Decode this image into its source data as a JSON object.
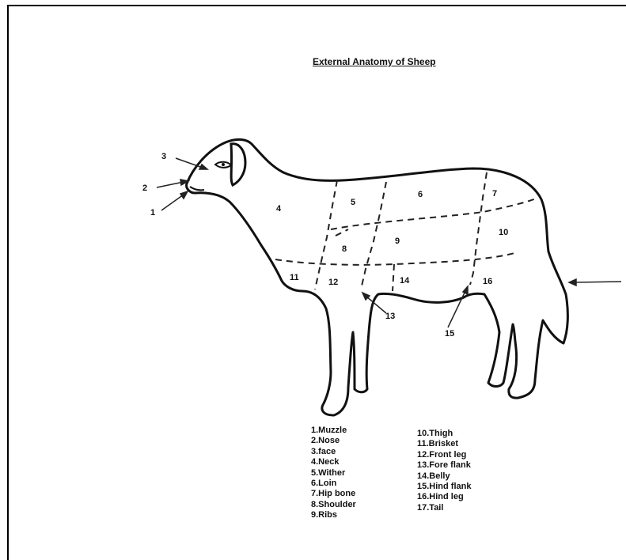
{
  "title": "External Anatomy of Sheep",
  "labels": {
    "n1": "1",
    "n2": "2",
    "n3": "3",
    "n4": "4",
    "n5": "5",
    "n6": "6",
    "n7": "7",
    "n8": "8",
    "n9": "9",
    "n10": "10",
    "n11": "11",
    "n12": "12",
    "n13": "13",
    "n14": "14",
    "n15": "15",
    "n16": "16"
  },
  "legend_left": [
    "1.Muzzle",
    "2.Nose",
    "3.face",
    "4.Neck",
    "5.Wither",
    "6.Loin",
    "7.Hip bone",
    "8.Shoulder",
    "9.Ribs"
  ],
  "legend_right": [
    "10.Thigh",
    "11.Brisket",
    "12.Front leg",
    "13.Fore flank",
    "14.Belly",
    "15.Hind flank",
    "16.Hind leg",
    "17.Tail"
  ]
}
